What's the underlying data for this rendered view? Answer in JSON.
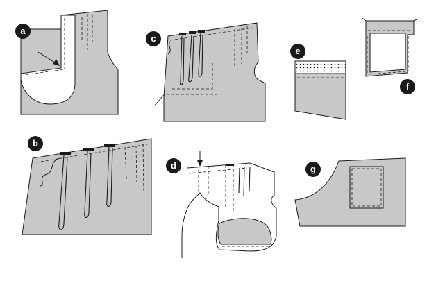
{
  "panels": [
    {
      "id": "a",
      "label": "a"
    },
    {
      "id": "b",
      "label": "b"
    },
    {
      "id": "c",
      "label": "c"
    },
    {
      "id": "d",
      "label": "d"
    },
    {
      "id": "e",
      "label": "e"
    },
    {
      "id": "f",
      "label": "f"
    },
    {
      "id": "g",
      "label": "g"
    }
  ],
  "colors": {
    "fabric": "#c8c8c8",
    "outline": "#1a1a1a",
    "badge": "#1a1a1a",
    "background": "#ffffff"
  }
}
